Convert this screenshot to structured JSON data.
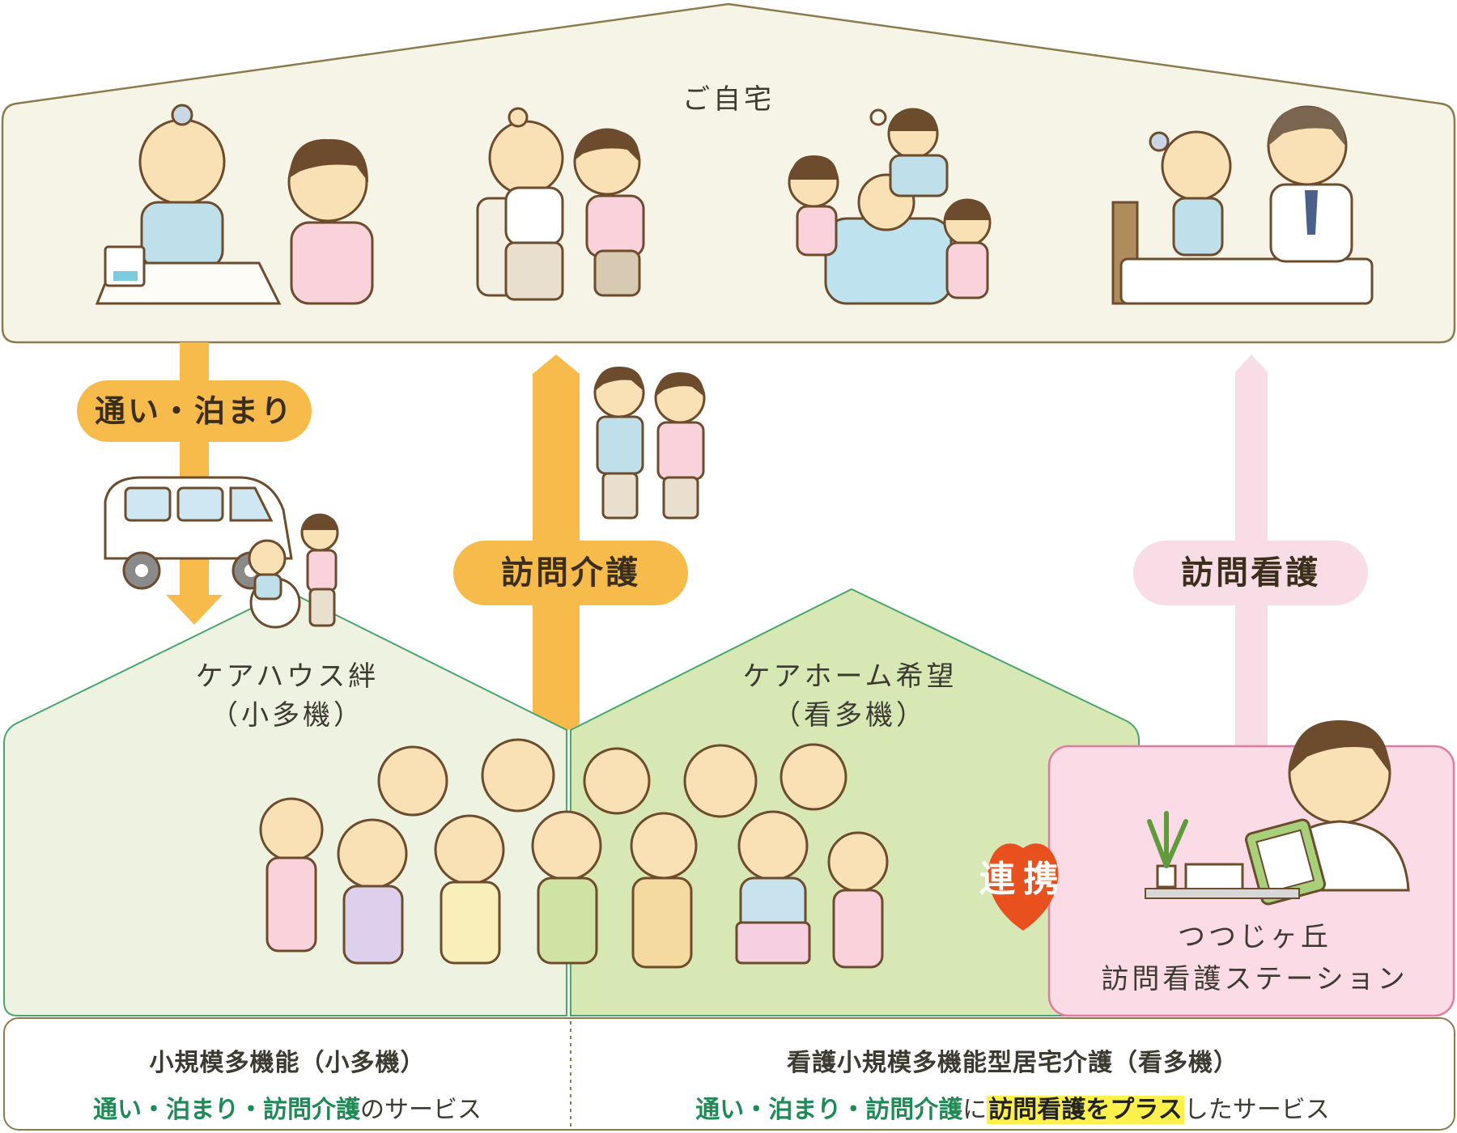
{
  "home": {
    "title": "ご自宅"
  },
  "arrows": {
    "day_stay": "通い・泊まり",
    "home_care": "訪問介護",
    "home_nursing": "訪問看護"
  },
  "facilities": {
    "carehouse": {
      "name": "ケアハウス絆",
      "type": "（小多機）"
    },
    "carehome": {
      "name": "ケアホーム希望",
      "type": "（看多機）"
    },
    "station": {
      "line1": "つつじヶ丘",
      "line2": "訪問看護ステーション"
    }
  },
  "cooperation": "連携",
  "summary": {
    "left": {
      "title": "小規模多機能（小多機）",
      "services": "通い・泊まり・訪問介護",
      "suffix": "のサービス"
    },
    "right": {
      "title": "看護小規模多機能型居宅介護（看多機）",
      "services": "通い・泊まり・訪問介護",
      "connector": "に",
      "highlight": "訪問看護をプラス",
      "suffix": "したサービス"
    }
  },
  "colors": {
    "home_fill": "#f5f4e6",
    "home_stroke": "#8c7b4c",
    "carehouse_fill": "#edf3e0",
    "carehome_fill": "#d8e8b5",
    "house_stroke": "#4aa56d",
    "station_fill": "#fadbe6",
    "station_stroke": "#e47aa1",
    "orange": "#f7bb4b",
    "pink": "#f9dde6",
    "heart": "#e8501e",
    "highlight": "#fbf04c",
    "service_text": "#1f8a56"
  },
  "icons": [
    "house-icon",
    "heart-icon",
    "arrow-up-icon",
    "arrow-down-icon",
    "van-icon",
    "wheelchair-icon",
    "person-icon",
    "plant-icon",
    "clipboard-icon"
  ]
}
